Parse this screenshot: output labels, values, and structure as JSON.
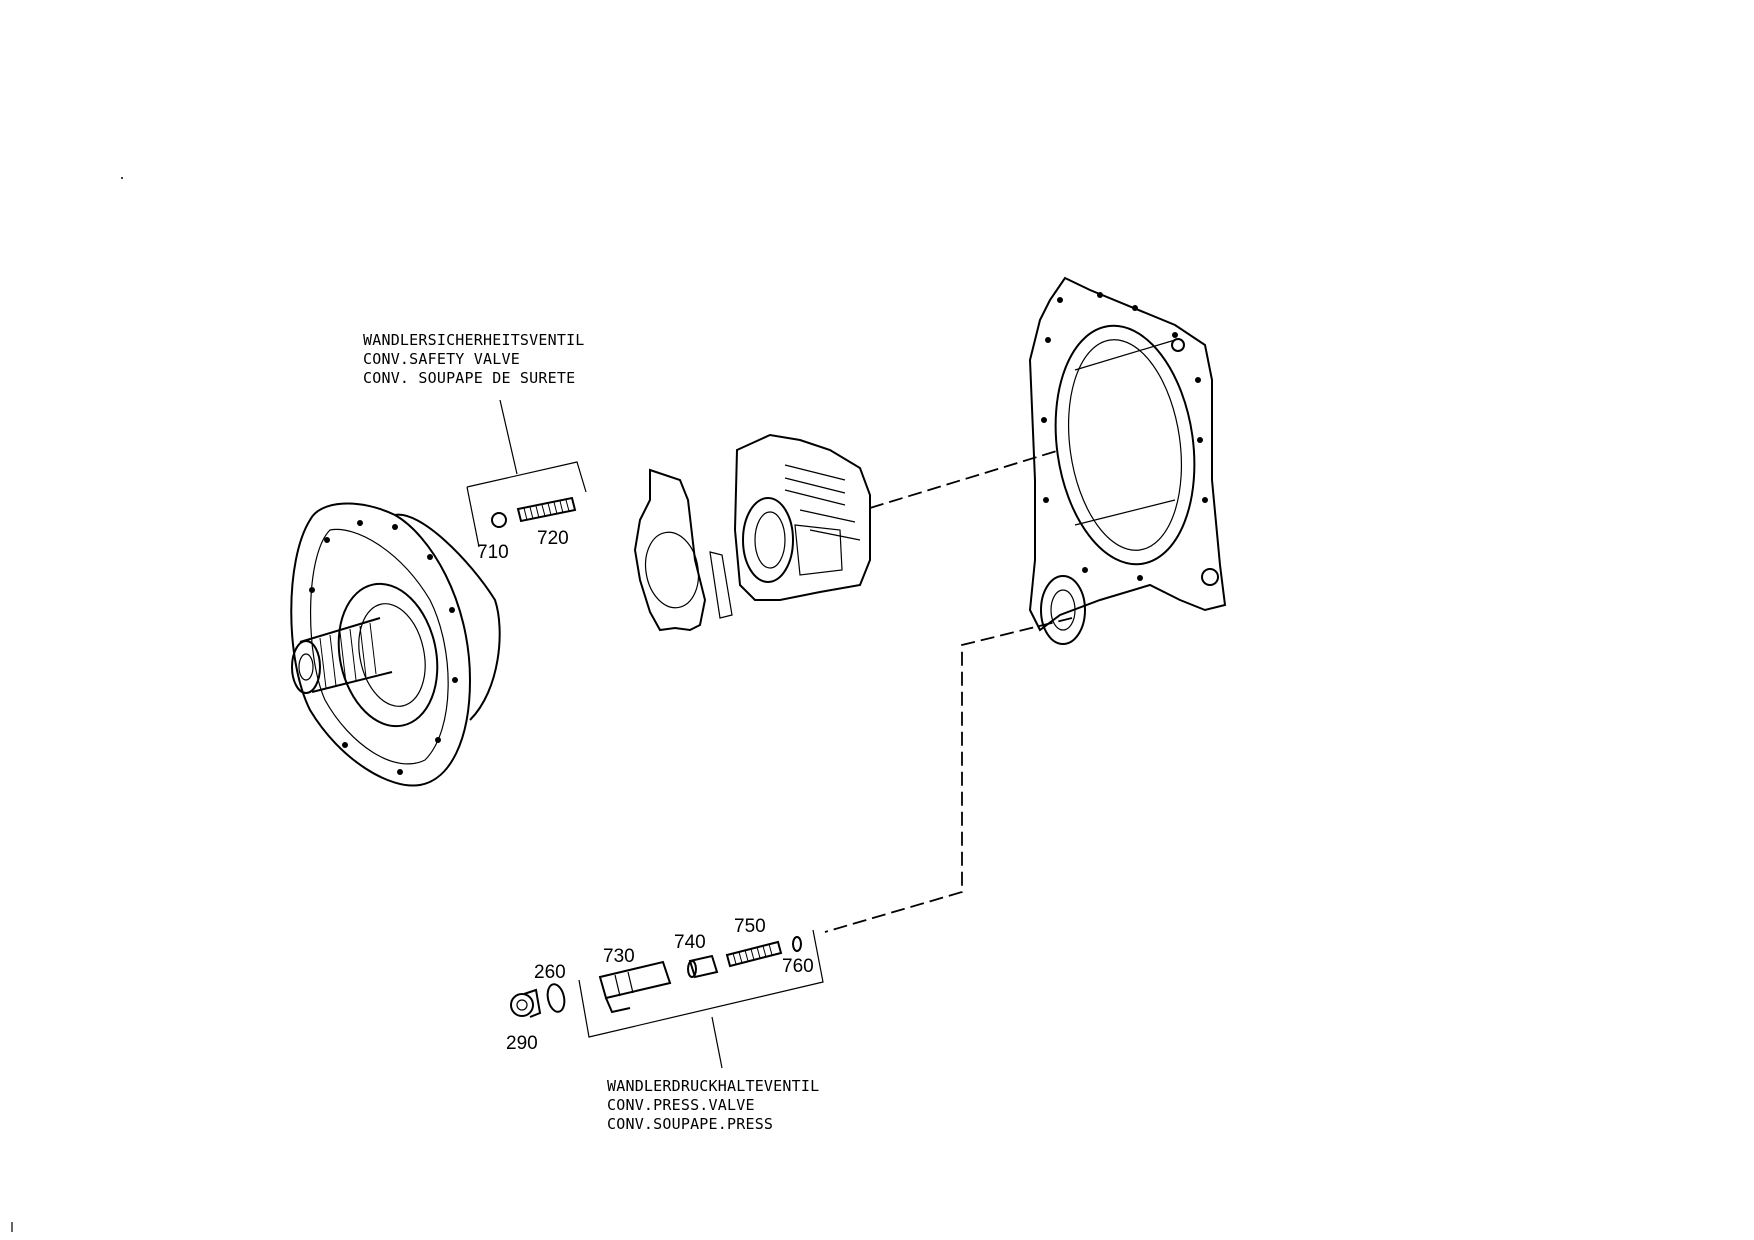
{
  "callouts": {
    "safety_valve": {
      "lines": [
        "WANDLERSICHERHEITSVENTIL",
        "CONV.SAFETY VALVE",
        "CONV. SOUPAPE DE SURETE"
      ]
    },
    "press_valve": {
      "lines": [
        "WANDLERDRUCKHALTEVENTIL",
        "CONV.PRESS.VALVE",
        "CONV.SOUPAPE.PRESS"
      ]
    }
  },
  "part_numbers": {
    "p710": "710",
    "p720": "720",
    "p260": "260",
    "p290": "290",
    "p730": "730",
    "p740": "740",
    "p750": "750",
    "p760": "760"
  }
}
